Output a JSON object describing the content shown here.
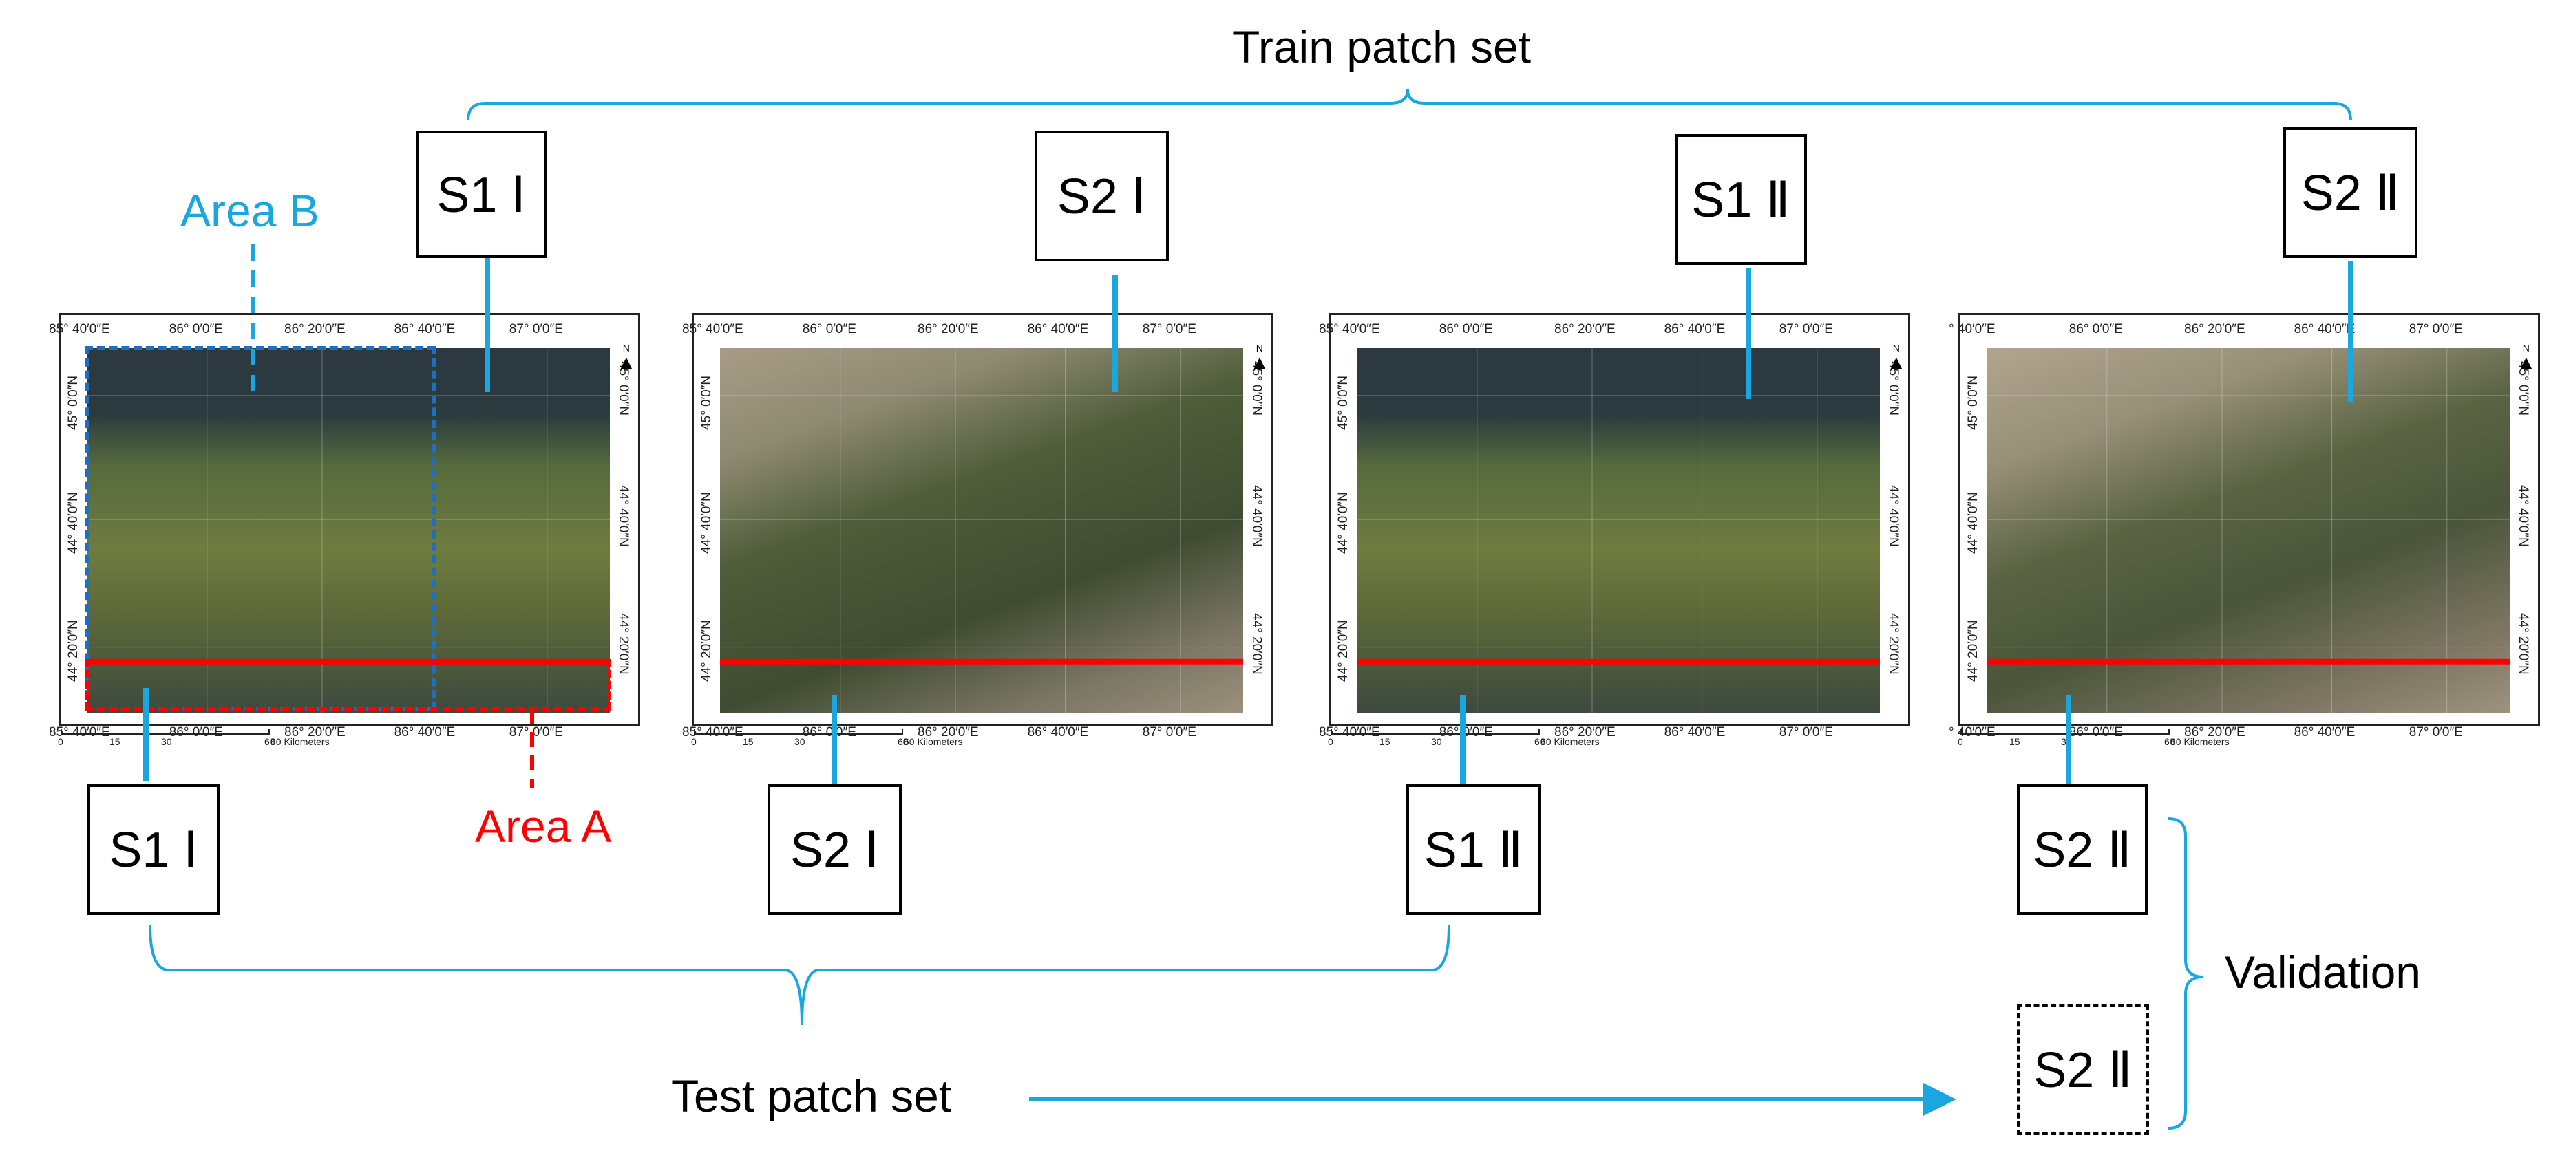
{
  "title_train": "Train patch set",
  "title_test": "Test patch set",
  "label_validation": "Validation",
  "label_area_a": "Area  A",
  "label_area_b": "Area  B",
  "colors": {
    "accent": "#1aa7e0",
    "red": "#ff0000",
    "blue_dashed": "#1f6fbf"
  },
  "boxes_top": [
    "S1 Ⅰ",
    "S2 Ⅰ",
    "S1 Ⅱ",
    "S2 Ⅱ"
  ],
  "boxes_bottom": [
    "S1 Ⅰ",
    "S2 Ⅰ",
    "S1 Ⅱ",
    "S2 Ⅱ"
  ],
  "box_validation": "S2 Ⅱ",
  "maps": [
    {
      "x_ticks": [
        "85° 40′0″E",
        "86° 0′0″E",
        "86° 20′0″E",
        "86° 40′0″E",
        "87° 0′0″E"
      ],
      "y_ticks": [
        "45° 0′0″N",
        "44° 40′0″N",
        "44° 20′0″N"
      ],
      "scale_text": "60 Kilometers",
      "scale_nums": [
        "0",
        "15",
        "30",
        "60"
      ],
      "north": "N"
    },
    {
      "x_ticks": [
        "85° 40′0″E",
        "86° 0′0″E",
        "86° 20′0″E",
        "86° 40′0″E",
        "87° 0′0″E"
      ],
      "y_ticks": [
        "45° 0′0″N",
        "44° 40′0″N",
        "44° 20′0″N"
      ],
      "scale_text": "60 Kilometers",
      "scale_nums": [
        "0",
        "15",
        "30",
        "60"
      ],
      "north": "N"
    },
    {
      "x_ticks": [
        "85° 40′0″E",
        "86° 0′0″E",
        "86° 20′0″E",
        "86° 40′0″E",
        "87° 0′0″E"
      ],
      "y_ticks": [
        "45° 0′0″N",
        "44° 40′0″N",
        "44° 20′0″N"
      ],
      "scale_text": "60 Kilometers",
      "scale_nums": [
        "0",
        "15",
        "30",
        "60"
      ],
      "north": "N"
    },
    {
      "x_ticks": [
        "° 40′0″E",
        "86° 0′0″E",
        "86° 20′0″E",
        "86° 40′0″E",
        "87° 0′0″E"
      ],
      "y_ticks": [
        "45° 0′0″N",
        "44° 40′0″N",
        "44° 20′0″N"
      ],
      "scale_text": "60 Kilometers",
      "scale_nums": [
        "0",
        "15",
        "30",
        "60"
      ],
      "north": "N"
    }
  ]
}
